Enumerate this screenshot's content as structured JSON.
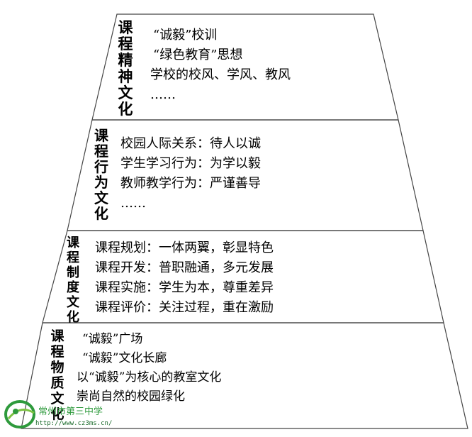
{
  "layers": [
    {
      "title": "课\n程\n精\n神\n文\n化",
      "items": [
        "“诚毅”校训",
        "“绿色教育”思想",
        "学校的校风、学风、教风",
        "……"
      ]
    },
    {
      "title": "课\n程\n行\n为\n文\n化",
      "items": [
        "校园人际关系：待人以诚",
        "学生学习行为：为学以毅",
        "教师教学行为：严谨善导",
        "……"
      ]
    },
    {
      "title": "课\n程\n制\n度\n文\n化",
      "items": [
        "课程规划：一体两翼，彰显特色",
        "课程开发：普职融通，多元发展",
        "课程实施：学生为本，尊重差异",
        "课程评价：关注过程，重在激励"
      ]
    },
    {
      "title": "课\n程\n物\n质\n文\n化",
      "items": [
        "“诚毅”广场",
        "“诚毅”文化长廊",
        "以“诚毅”为核心的教室文化",
        "崇尚自然的校园绿化"
      ]
    }
  ],
  "watermark": {
    "text": "常州市第三中学",
    "url": "http://www.cz3ms.cn/",
    "logo_color": "#2e9a3c"
  }
}
